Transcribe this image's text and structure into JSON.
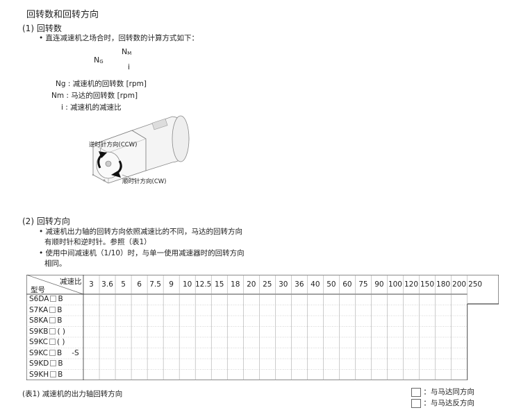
{
  "title": "回转数和回转方向",
  "section1": {
    "heading": "(1) 回转数",
    "bullet": "• 直连减速机之场合时，回转数的计算方式如下：",
    "formula": {
      "lhs": "N",
      "lhs_sub": "G",
      "num": "N",
      "num_sub": "M",
      "den": "i"
    },
    "defs": [
      "Ng : 减速机的回转数 [rpm]",
      "Nm : 马达的回转数 [rpm]",
      "i : 减速机的减速比"
    ],
    "ccw_label": "逆时针方向(CCW)",
    "cw_label": "顺时针方向(CW)"
  },
  "section2": {
    "heading": "(2) 回转方向",
    "bullets": [
      "• 减速机出力轴的回转方向依照减速比的不同，马达的回转方向",
      "有顺时针和逆时针。参照（表1）",
      "• 使用中间减速机（1/10）时，与单一使用减速器时的回转方向",
      "相同。"
    ]
  },
  "table": {
    "header_ratio": "减速比",
    "header_type": "型号",
    "ratios": [
      "3",
      "3.6",
      "5",
      "6",
      "7.5",
      "9",
      "10",
      "12.5",
      "15",
      "18",
      "20",
      "25",
      "30",
      "36",
      "40",
      "50",
      "60",
      "75",
      "90",
      "100",
      "120",
      "150",
      "180",
      "200",
      "250"
    ],
    "rows": [
      {
        "prefix": "S6DA",
        "suffix": "B",
        "extra": ""
      },
      {
        "prefix": "S7KA",
        "suffix": "B",
        "extra": ""
      },
      {
        "prefix": "S8KA",
        "suffix": "B",
        "extra": ""
      },
      {
        "prefix": "S9KB",
        "suffix": "(  )",
        "extra": ""
      },
      {
        "prefix": "S9KC",
        "suffix": "(  )",
        "extra": ""
      },
      {
        "prefix": "S9KC",
        "suffix": "B",
        "extra": "-S"
      },
      {
        "prefix": "S9KD",
        "suffix": "B",
        "extra": ""
      },
      {
        "prefix": "S9KH",
        "suffix": "B",
        "extra": ""
      }
    ],
    "caption": "(表1) 减速机的出力轴回转方向"
  },
  "legend": [
    {
      "text": "：与马达同方向"
    },
    {
      "text": "：与马达反方向"
    }
  ]
}
